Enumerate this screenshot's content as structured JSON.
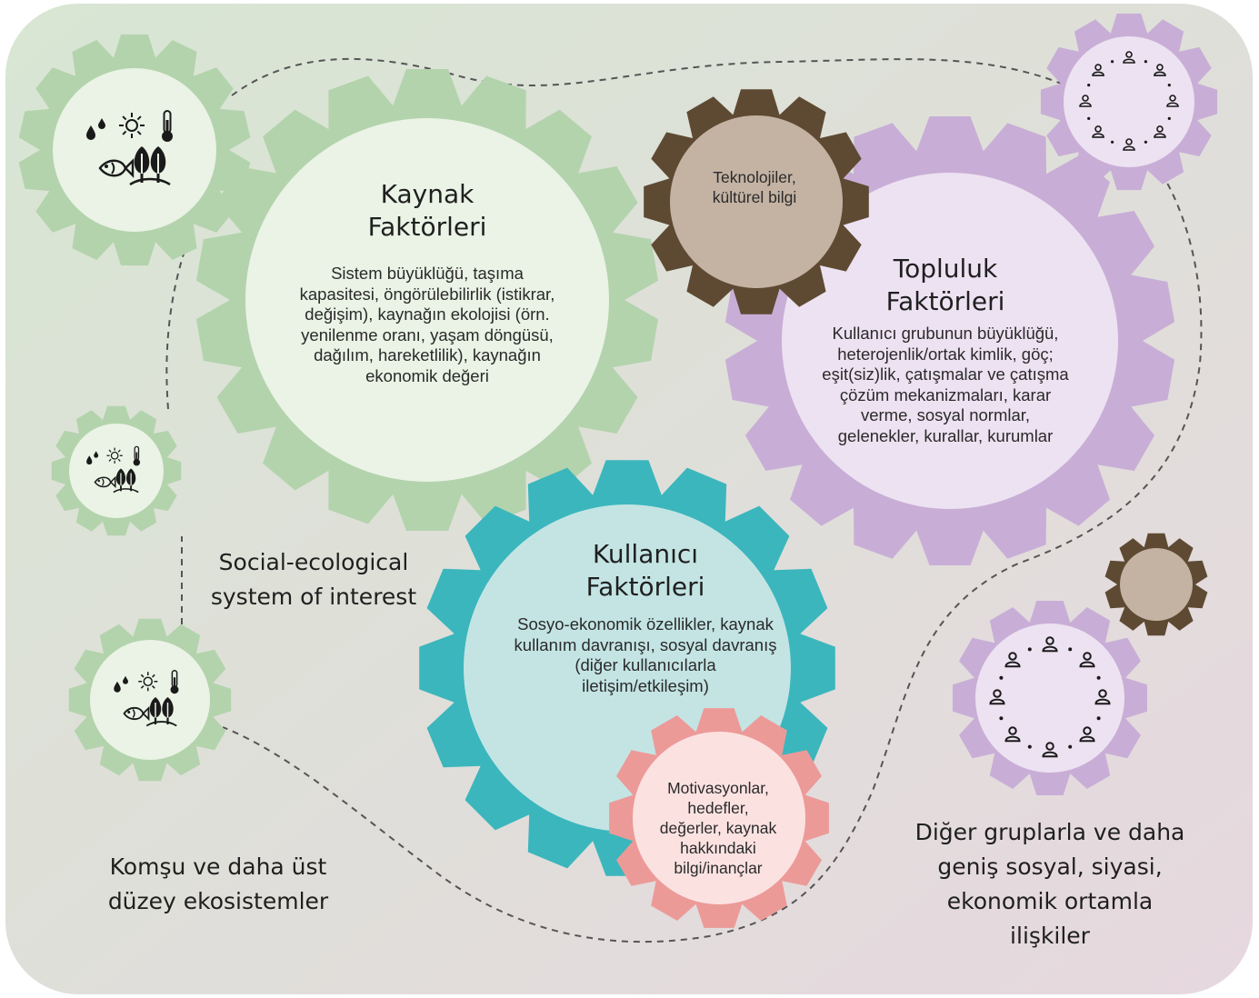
{
  "colors": {
    "background_from": "#d8e6d3",
    "background_to": "#e6d8df",
    "resource_gear": "#b3d3ac",
    "resource_face": "#eaf3e5",
    "community_gear": "#c8aed6",
    "community_face": "#ede2f1",
    "user_gear": "#3bb6bd",
    "user_face": "#c4e4e4",
    "technology_gear": "#5e4a33",
    "technology_face": "#c4b3a3",
    "motivation_gear": "#ec9a98",
    "motivation_face": "#fbe2e1",
    "boundary_line": "#555555"
  },
  "resource": {
    "title": "Kaynak\nFaktörleri",
    "body": "Sistem büyüklüğü, taşıma\nkapasitesi, öngörülebilirlik (istikrar,\ndeğişim), kaynağın ekolojisi (örn.\nyenilenme oranı, yaşam döngüsü,\ndağılım, hareketlilik), kaynağın\nekonomik değeri"
  },
  "community": {
    "title": "Topluluk\nFaktörleri",
    "body": "Kullanıcı grubunun büyüklüğü,\nheterojenlik/ortak kimlik, göç;\neşit(siz)lik, çatışmalar ve çatışma\nçözüm mekanizmaları, karar\nverme, sosyal normlar,\ngelenekler, kurallar, kurumlar"
  },
  "user": {
    "title": "Kullanıcı\nFaktörleri",
    "body": "Sosyo-ekonomik özellikler, kaynak\nkullanım davranışı, sosyal davranış\n(diğer kullanıcılarla\niletişim/etkileşim)"
  },
  "technology": {
    "body": "Teknolojiler,\nkültürel bilgi"
  },
  "motivation": {
    "body": "Motivasyonlar,\nhedefler,\ndeğerler, kaynak\nhakkındaki\nbilgi/inançlar"
  },
  "captions": {
    "system": "Social-ecological\nsystem of interest",
    "neighbors": "Komşu ve daha üst\ndüzey ekosistemler",
    "relations": "Diğer gruplarla ve daha\ngeniş sosyal, siyasi,\nekonomik ortamla\nilişkiler"
  },
  "icons": {
    "ecosystem_gear": [
      "water-drops-icon",
      "sun-icon",
      "thermometer-icon",
      "fish-icon",
      "trees-icon"
    ],
    "people_ring": "person-icon"
  }
}
